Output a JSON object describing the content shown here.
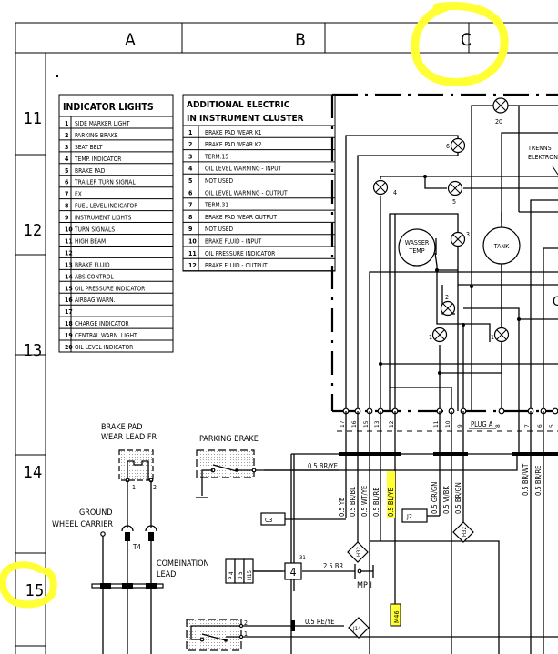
{
  "frame": {
    "columns": [
      "A",
      "B",
      "C"
    ],
    "rows": [
      "11",
      "12",
      "13",
      "14",
      "15"
    ]
  },
  "indicator_lights": {
    "title": "INDICATOR LIGHTS",
    "items": [
      {
        "num": "1",
        "label": "SIDE MARKER LIGHT"
      },
      {
        "num": "2",
        "label": "PARKING BRAKE"
      },
      {
        "num": "3",
        "label": "SEAT BELT"
      },
      {
        "num": "4",
        "label": "TEMP. INDICATOR"
      },
      {
        "num": "5",
        "label": "BRAKE PAD"
      },
      {
        "num": "6",
        "label": "TRAILER TURN SIGNAL"
      },
      {
        "num": "7",
        "label": "EX"
      },
      {
        "num": "8",
        "label": "FUEL LEVEL INDICATOR"
      },
      {
        "num": "9",
        "label": "INSTRUMENT LIGHTS"
      },
      {
        "num": "10",
        "label": "TURN SIGNALS"
      },
      {
        "num": "11",
        "label": "HIGH BEAM"
      },
      {
        "num": "12",
        "label": ""
      },
      {
        "num": "13",
        "label": "BRAKE FLUID"
      },
      {
        "num": "14",
        "label": "ABS CONTROL"
      },
      {
        "num": "15",
        "label": "OIL PRESSURE INDICATOR"
      },
      {
        "num": "16",
        "label": "AIRBAG WARN."
      },
      {
        "num": "17",
        "label": ""
      },
      {
        "num": "18",
        "label": "CHARGE INDICATOR"
      },
      {
        "num": "19",
        "label": "CENTRAL WARN. LIGHT"
      },
      {
        "num": "20",
        "label": "OIL LEVEL INDICATOR"
      }
    ]
  },
  "additional_electric": {
    "title_line1": "ADDITIONAL ELECTRIC",
    "title_line2": "IN INSTRUMENT CLUSTER",
    "items": [
      {
        "num": "1",
        "label": "BRAKE PAD WEAR K1"
      },
      {
        "num": "2",
        "label": "BRAKE PAD WEAR K2"
      },
      {
        "num": "3",
        "label": "TERM.15"
      },
      {
        "num": "4",
        "label": "OIL LEVEL WARNING - INPUT"
      },
      {
        "num": "5",
        "label": "NOT USED"
      },
      {
        "num": "6",
        "label": "OIL LEVEL WARNING - OUTPUT"
      },
      {
        "num": "7",
        "label": "TERM.31"
      },
      {
        "num": "8",
        "label": "BRAKE PAD WEAR OUTPUT"
      },
      {
        "num": "9",
        "label": "NOT USED"
      },
      {
        "num": "10",
        "label": "BRAKE FLUID - INPUT"
      },
      {
        "num": "11",
        "label": "OIL PRESSURE INDICATOR"
      },
      {
        "num": "12",
        "label": "BRAKE FLUID - OUTPUT"
      }
    ]
  },
  "cluster": {
    "lamps": {
      "l20": "20",
      "l6": "6",
      "l4": "4",
      "l5": "5",
      "l3": "3",
      "l2": "2",
      "l1a": "1",
      "l1b": "1"
    },
    "gauge_wasser_1": "WASSER",
    "gauge_wasser_2": "TEMP",
    "gauge_tank": "TANK",
    "trennst_1": "TRENNST",
    "trennst_2": "ELEKTRON",
    "c_label": "C",
    "plug_label": "PLUG A",
    "pins": [
      "17",
      "16",
      "15",
      "13",
      "12",
      "11",
      "10",
      "9",
      "8",
      "7",
      "6",
      "5"
    ]
  },
  "components": {
    "brake_pad_1": "BRAKE PAD",
    "brake_pad_2": "WEAR LEAD FR",
    "brake_pad_pin1": "1",
    "brake_pad_pin2": "2",
    "parking_brake": "PARKING BRAKE",
    "ground_1": "GROUND",
    "ground_2": "WHEEL CARRIER",
    "t4": "T4",
    "combination_1": "COMBINATION",
    "combination_2": "LEAD",
    "fuse_cells": [
      "P 4",
      "0 5",
      "H15"
    ],
    "ground_node": "4",
    "term31": "31",
    "mp1": "MP I",
    "c3": "C3",
    "j2": "J2",
    "h32a": "H32",
    "h32b": "H32",
    "j14": "J14",
    "m46": "M46",
    "switch_pin2": "2",
    "switch_pin1": "1"
  },
  "wires": {
    "br_ye": "0.5 BR/YE",
    "ye": "0.5 YE",
    "br_bl": "0.5 BR/BL",
    "wt_ye": "0.5 WT/YE",
    "bl_re": "0.5 BL/RE",
    "bl_ye": "0.5 BL/YE",
    "gr_gn": "0.5 GR/GN",
    "vi_bk": "0.5 VI/BK",
    "br_gn": "0.5 BR/GN",
    "br_wt": "0.5 BR/WT",
    "br_re": "0.5 BR/RE",
    "br_25": "2.5 BR",
    "re_ye": "0.5 RE/YE"
  },
  "highlights": {
    "color": "#ffff33",
    "circled": [
      "C",
      "15"
    ],
    "marked": [
      "0.5 BL/YE",
      "M46"
    ]
  }
}
